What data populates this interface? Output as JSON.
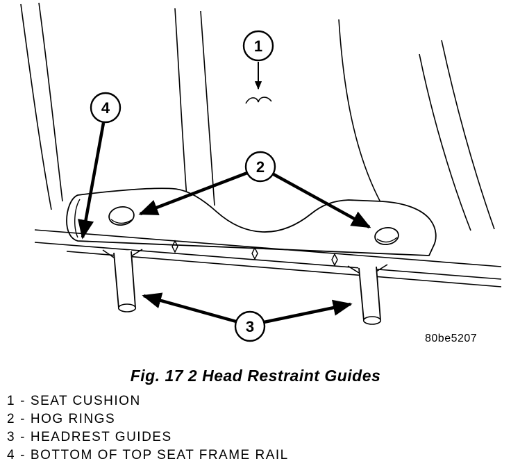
{
  "figure": {
    "caption": "Fig. 17 2 Head Restraint Guides",
    "reference_code": "80be5207"
  },
  "callouts": [
    {
      "number": "1",
      "label": "SEAT CUSHION"
    },
    {
      "number": "2",
      "label": "HOG RINGS"
    },
    {
      "number": "3",
      "label": "HEADREST GUIDES"
    },
    {
      "number": "4",
      "label": "BOTTOM OF TOP SEAT FRAME RAIL"
    }
  ],
  "legend": {
    "separator": "-"
  },
  "colors": {
    "line": "#000000",
    "background": "#ffffff"
  }
}
